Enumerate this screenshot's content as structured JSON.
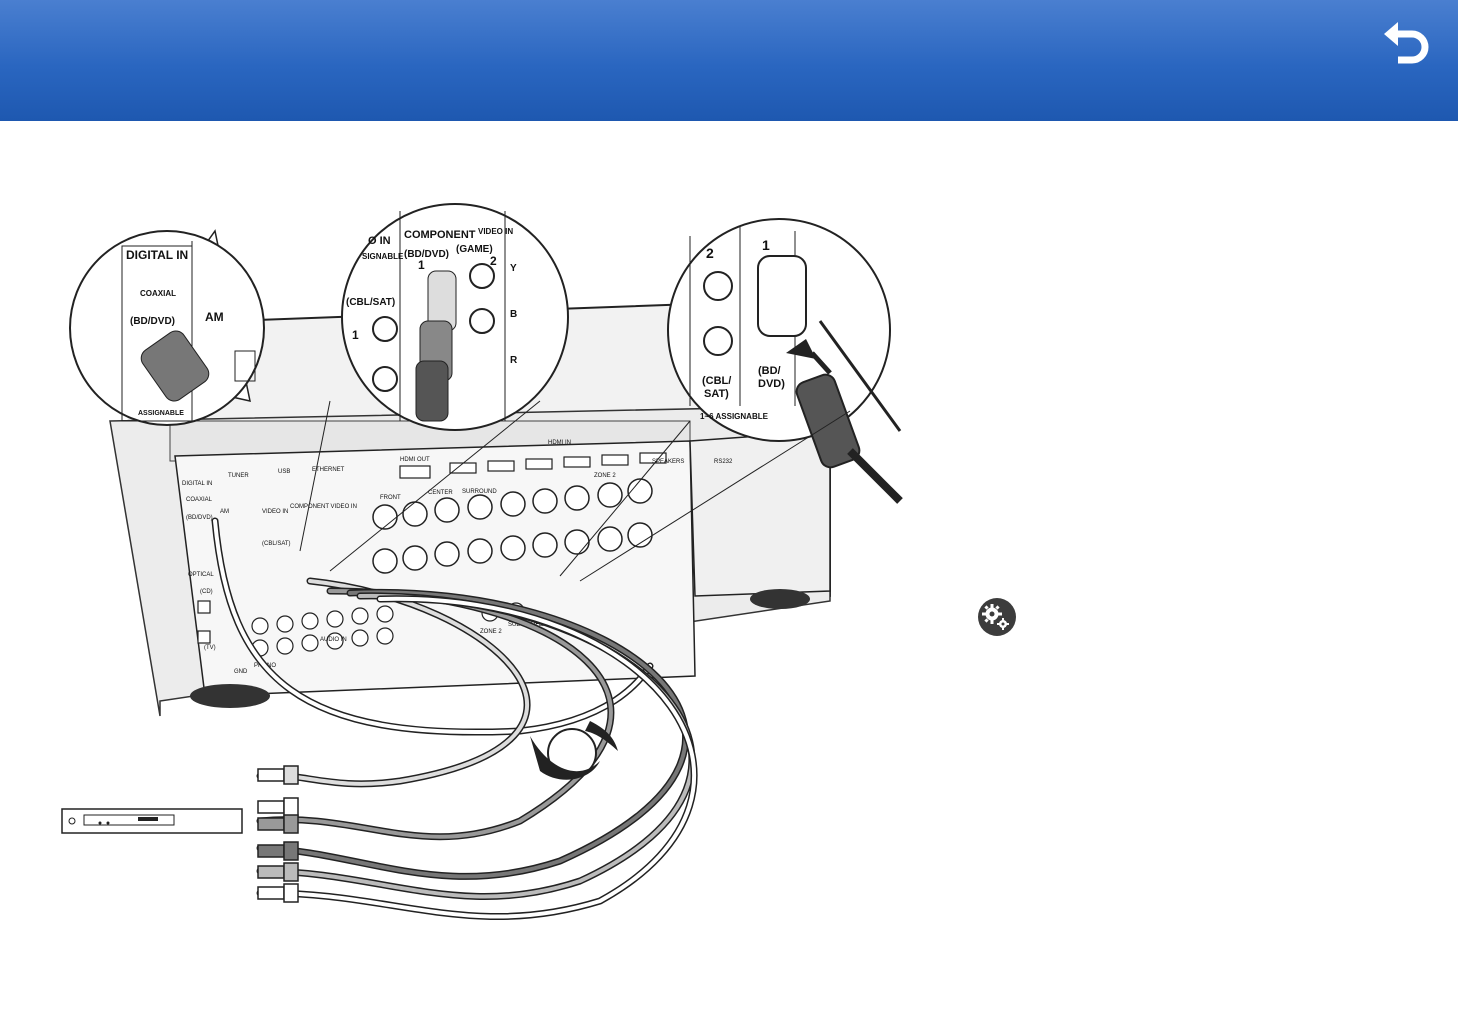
{
  "header": {
    "back_icon": "undo-arrow-icon",
    "accent_color": "#2a66c0"
  },
  "figure": {
    "zoom_digital": {
      "title": "DIGITAL IN",
      "coaxial": "COAXIAL",
      "port": "(BD/DVD)",
      "tuner_am": "AM",
      "assignable": "ASSIGNABLE"
    },
    "zoom_component": {
      "video_in": "O IN",
      "component": "COMPONENT",
      "component_sub": "VIDEO IN",
      "assignable": "SIGNABLE",
      "bd_dvd": "(BD/DVD)",
      "game": "(GAME)",
      "n1": "1",
      "n2": "2",
      "cbl_sat": "(CBL/SAT)",
      "cbl_num": "1",
      "y": "Y",
      "b": "B",
      "r": "R"
    },
    "zoom_audio": {
      "n2": "2",
      "n1": "1",
      "cbl_sat_1": "(CBL/",
      "cbl_sat_2": "SAT)",
      "bd_dvd_1": "(BD/",
      "bd_dvd_2": "DVD)",
      "assignable": "1~6  ASSIGNABLE"
    },
    "panel": {
      "digital_in": "DIGITAL IN",
      "coaxial": "COAXIAL",
      "bd_dvd": "(BD/DVD)",
      "optical": "OPTICAL",
      "cd": "(CD)",
      "tv": "(TV)",
      "tuner": "TUNER",
      "am": "AM",
      "usb": "USB",
      "ethernet": "ETHERNET",
      "hdmi_out": "HDMI OUT",
      "hdmi_in": "HDMI IN",
      "speakers": "SPEAKERS",
      "front": "FRONT",
      "center": "CENTER",
      "surround": "SURROUND",
      "zone2": "ZONE 2",
      "subwoofer": "SUBWOOFER",
      "video_in": "VIDEO IN",
      "component_video_in": "COMPONENT VIDEO IN",
      "cbl_sat": "(CBL/SAT)",
      "audio_in": "AUDIO IN",
      "phono": "PHONO",
      "gnd": "GND",
      "rs232": "RS232"
    }
  },
  "settings_icon": "gear-icon"
}
